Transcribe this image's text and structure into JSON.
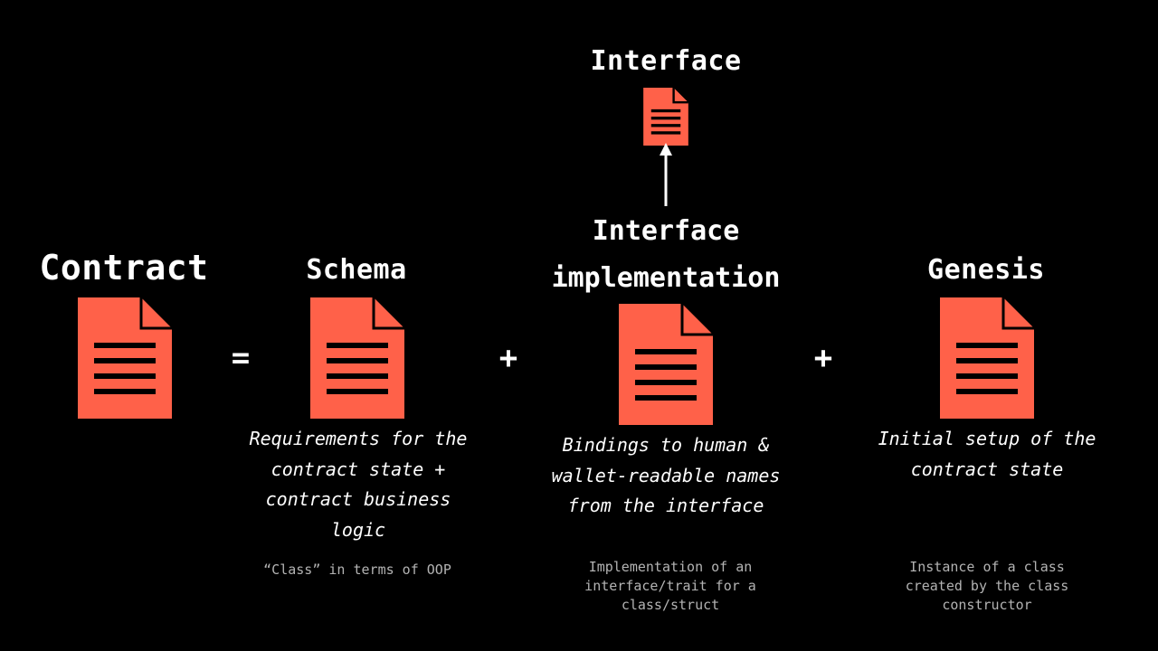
{
  "colors": {
    "background": "#000000",
    "document": "#ff6149",
    "text": "#ffffff",
    "note": "#b3b3b3"
  },
  "icon": "document-icon",
  "contract": {
    "title": "Contract"
  },
  "operators": {
    "equals": "=",
    "plus_1": "+",
    "plus_2": "+"
  },
  "schema": {
    "title": "Schema",
    "description": "Requirements for the contract state + contract business logic",
    "note": "“Class” in terms of OOP"
  },
  "interface_implementation": {
    "title": "Interface implementation",
    "description": "Bindings to human & wallet-readable names from the interface",
    "note": "Implementation of an interface/trait for a class/struct"
  },
  "interface": {
    "title": "Interface"
  },
  "genesis": {
    "title": "Genesis",
    "description": "Initial setup of the contract state",
    "note": "Instance of a class created by the class constructor"
  }
}
